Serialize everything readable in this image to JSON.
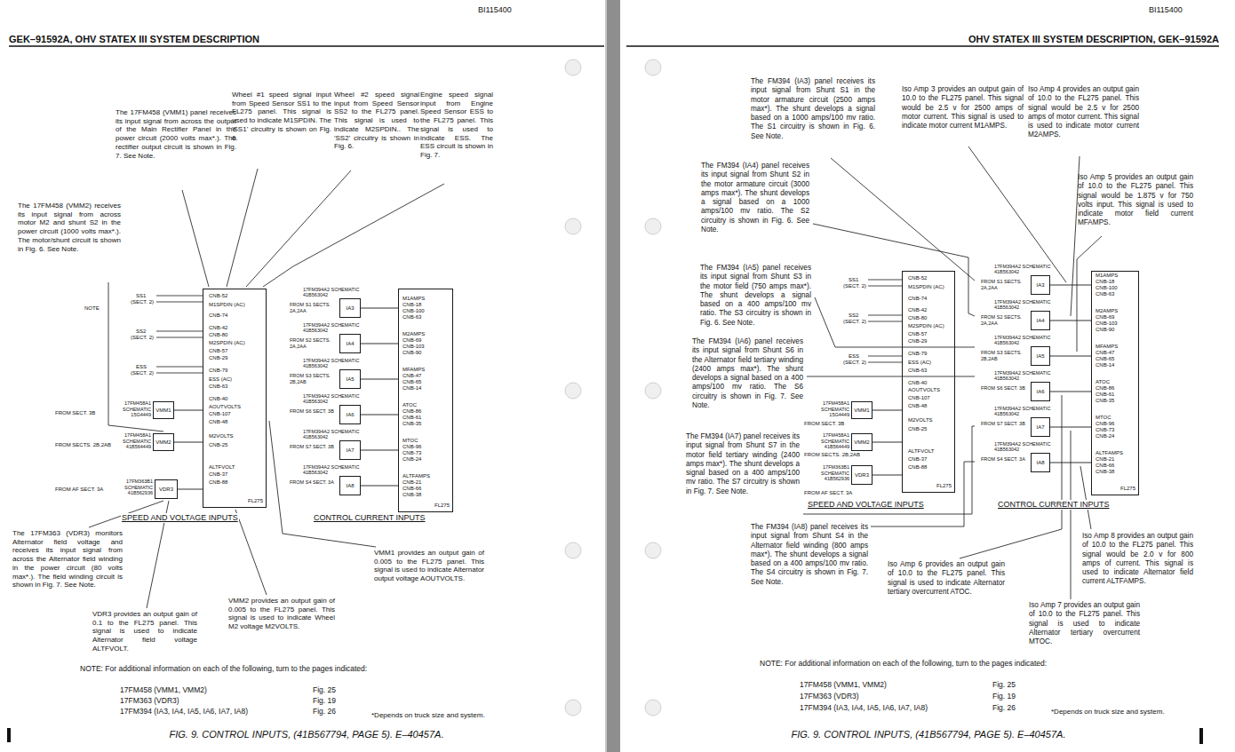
{
  "diagram": {
    "title": "GEK–91592A, OHV STATEX III SYSTEM DESCRIPTION",
    "caption": "FIG. 9. CONTROL INPUTS, (41B567794, PAGE 5). E–40457A.",
    "nodes": [
      {
        "text": [
          "FL275"
        ]
      },
      {
        "text": [
          "17FM458A1 SCHEMATIC 15G4449",
          "VMM1"
        ]
      },
      {
        "text": [
          "17FM458A1 SCHEMATIC 41B564449",
          "VMM2"
        ]
      },
      {
        "text": [
          "17FM363B1 SCHEMATIC 41B562936",
          "VDR3"
        ]
      },
      {
        "text": [
          "17FM394A2 SCHEMATIC 41B563042",
          "IA3"
        ]
      },
      {
        "text": [
          "17FM394A2 SCHEMATIC 41B563042",
          "IA4"
        ]
      },
      {
        "text": [
          "17FM394A2 SCHEMATIC 41B563042",
          "IA5"
        ]
      },
      {
        "text": [
          "17FM394A2 SCHEMATIC 41B563042",
          "IA6"
        ]
      },
      {
        "text": [
          "17FM394A2 SCHEMATIC 41B563042",
          "IA7"
        ]
      },
      {
        "text": [
          "17FM394A2 SCHEMATIC 41B563042",
          "IA8"
        ]
      },
      {
        "text": [
          "FL275"
        ]
      },
      {
        "text": [
          "FL275"
        ]
      },
      {
        "text": [
          "17FM458A1 SCHEMATIC 15G4449",
          "VMM1"
        ]
      },
      {
        "text": [
          "17FM458A1 SCHEMATIC 41B564449",
          "VMM2"
        ]
      },
      {
        "text": [
          "17FM363B1 SCHEMATIC 41B562936",
          "VDR3"
        ]
      },
      {
        "text": [
          "17FM394A2 SCHEMATIC 41B563042",
          "IA3"
        ]
      },
      {
        "text": [
          "17FM394A2 SCHEMATIC 41B563042",
          "IA4"
        ]
      },
      {
        "text": [
          "17FM394A2 SCHEMATIC 41B563042",
          "IA5"
        ]
      },
      {
        "text": [
          "17FM394A2 SCHEMATIC 41B563042",
          "IA6"
        ]
      },
      {
        "text": [
          "17FM394A2 SCHEMATIC 41B563042",
          "IA7"
        ]
      },
      {
        "text": [
          "17FM394A2 SCHEMATIC 41B563042",
          "IA8"
        ]
      },
      {
        "text": [
          "FL275"
        ]
      }
    ],
    "edges": [
      {
        "from": 1,
        "to": 0,
        "arrow": "none"
      },
      {
        "from": 2,
        "to": 0,
        "arrow": "none"
      },
      {
        "from": 3,
        "to": 0,
        "arrow": "none"
      },
      {
        "from": 4,
        "to": 10,
        "arrow": "none"
      },
      {
        "from": 5,
        "to": 10,
        "arrow": "none"
      },
      {
        "from": 6,
        "to": 10,
        "arrow": "none"
      },
      {
        "from": 7,
        "to": 10,
        "arrow": "none"
      },
      {
        "from": 8,
        "to": 10,
        "arrow": "none"
      },
      {
        "from": 9,
        "to": 10,
        "arrow": "none"
      },
      {
        "from": 12,
        "to": 11,
        "arrow": "none"
      },
      {
        "from": 13,
        "to": 11,
        "arrow": "none"
      },
      {
        "from": 14,
        "to": 11,
        "arrow": "none"
      },
      {
        "from": 15,
        "to": 21,
        "arrow": "none"
      },
      {
        "from": 16,
        "to": 21,
        "arrow": "none"
      },
      {
        "from": 17,
        "to": 21,
        "arrow": "none"
      },
      {
        "from": 18,
        "to": 21,
        "arrow": "none"
      },
      {
        "from": 19,
        "to": 21,
        "arrow": "none"
      },
      {
        "from": 20,
        "to": 21,
        "arrow": "none"
      }
    ],
    "labels": [
      "BI115400",
      "The 17FM458 (VMM1) panel receives its input signal from across the output of the Main Rectifier Panel in the power circuit (2000 volts max*.). The rectifier output circuit is shown in Fig. 7. See Note.",
      "Wheel #1 speed signal input from Speed Sensor SS1 to the FL275 panel. This signal is used to indicate M1SPDIN. The 'SS1' circuitry is shown on Fig. 6.",
      "Wheel #2 speed signal input from Speed Sensor SS2 to the FL275 panel. This signal is used to indicate M2SPDIN.. The 'SS2' circuitry is shown in Fig. 6.",
      "Engine speed signal input from Engine Speed Sensor ESS to the FL275 panel. This signal is used to indicate ESS. The ESS circuit is shown in Fig. 7.",
      "The 17FM458 (VMM2) receives its input signal from across motor M2 and shunt S2 in the power circuit (1000 volts max*.). The motor/shunt circuit is shown in Fig. 6. See Note.",
      "The 17FM363 (VDR3) monitors Alternator field voltage and receives its input signal from across the Alternator field winding in the power circuit (80 volts max*.). The field winding circuit is shown in Fig. 7. See Note.",
      "VDR3 provides an output gain of 0.1 to the FL275 panel. This signal is used to indicate Alternator field voltage ALTFVOLT.",
      "VMM2 provides an output gain of 0.005 to the FL275 panel. This signal is used to indicate Wheel M2 voltage M2VOLTS.",
      "VMM1 provides an output gain of 0.005 to the FL275 panel. This signal is used to indicate Alternator output voltage AOUTVOLTS.",
      "SPEED AND VOLTAGE INPUTS",
      "CONTROL CURRENT INPUTS",
      "NOTE: For additional information on each of the following, turn to the pages indicated:",
      "17FM458 (VMM1, VMM2)",
      "Fig. 25",
      "17FM363 (VDR3)",
      "Fig. 19",
      "17FM394 (IA3, IA4, IA5, IA6, IA7, IA8)",
      "Fig. 26",
      "*Depends on truck size and system.",
      "SS1",
      "(SECT. 2)",
      "SS2",
      "(SECT. 2)",
      "ESS",
      "(SECT. 2)",
      "NOTE",
      "FROM SECT. 3B",
      "FROM SECTS. 2B,2AB",
      "FROM AF SECT. 3A",
      "CNB-52",
      "M1SPDIN (AC)",
      "CNB-74",
      "CNB-42",
      "CNB-80",
      "M2SPDIN (AC)",
      "CNB-57",
      "CNB-29",
      "CNB-79",
      "ESS (AC)",
      "CNB-63",
      "CNB-40",
      "AOUTVOLTS",
      "CNB-107",
      "CNB-48",
      "M2VOLTS",
      "CNB-25",
      "ALTFVOLT",
      "CNB-37",
      "CNB-88",
      "FROM S1 SECTS. 2A,2AA",
      "FROM S2 SECTS. 2A,2AA",
      "FROM S3 SECTS. 2B,2AB",
      "FROM S6 SECT. 3B",
      "FROM S7 SECT. 3B",
      "FROM S4 SECT. 3A",
      "M1AMPS",
      "CNB-18",
      "CNB-100",
      "CNB-63",
      "M2AMPS",
      "CNB-69",
      "CNB-103",
      "CNB-90",
      "MFAMPS",
      "CNB-47",
      "CNB-65",
      "CNB-14",
      "ATOC",
      "CNB-86",
      "CNB-61",
      "CNB-35",
      "MTOC",
      "CNB-96",
      "CNB-73",
      "CNB-24",
      "ALTFAMPS",
      "CNB-21",
      "CNB-66",
      "CNB-38",
      "BI115400",
      "OHV STATEX III SYSTEM DESCRIPTION, GEK–91592A",
      "The FM394 (IA3) panel receives its input signal from Shunt S1 in the motor armature circuit (2500 amps max*). The shunt develops a signal based on a 1000 amps/100 mv ratio. The S1 circuitry is shown in Fig. 6. See Note.",
      "Iso Amp 3 provides an output gain of 10.0 to the FL275 panel. This signal would be 2.5 v for 2500 amps of motor current. This signal is used to indicate motor current M1AMPS.",
      "Iso Amp 4 provides an output gain of 10.0 to the FL275 panel. This signal would be 2.5 v for 2500 amps of motor current. This signal is used to indicate motor current M2AMPS.",
      "The FM394 (IA4) panel receives its input signal from Shunt S2 in the motor armature circuit (3000 amps max*). The shunt develops a signal based on a 1000 amps/100 mv ratio. The S2 circuitry is shown in Fig. 6. See Note.",
      "Iso Amp 5 provides an output gain of 10.0 to the FL275 panel. This signal would be 1.875 v for 750 volts input. This signal is used to indicate motor field current MFAMPS.",
      "The FM394 (IA5) panel receives its input signal from Shunt S3 in the motor field (750 amps max*). The shunt develops a signal based on a 400 amps/100 mv ratio. The S3 circuitry is shown in Fig. 6. See Note.",
      "The FM394 (IA6) panel receives its input signal from Shunt S6 in the Alternator field tertiary winding (2400 amps max*). The shunt develops a signal based on a 400 amps/100 mv ratio. The S6 circuitry is shown in Fig. 7. See Note.",
      "The FM394 (IA7) panel receives its input signal from Shunt S7 in the motor field tertiary winding (2400 amps max*). The shunt develops a signal based on a 400 amps/100 mv ratio. The S7 circuitry is shown in Fig. 7. See Note.",
      "The FM394 (IA8) panel receives its input signal from Shunt S4 in the Alternator field winding (800 amps max*). The shunt develops a signal based on a 400 amps/100 mv ratio. The S4 circuitry is shown in Fig. 7. See Note.",
      "Iso Amp 6 provides an output gain of 10.0 to the FL275 panel. This signal is used to indicate Alternator tertiary overcurrent ATOC.",
      "Iso Amp 8 provides an output gain of 10.0 to the FL275 panel. This signal would be 2.0 v for 800 amps of current. This signal is used to indicate Alternator field current ALTFAMPS.",
      "Iso Amp 7 provides an output gain of 10.0 to the FL275 panel. This signal is used to indicate Alternator tertiary overcurrent MTOC.",
      "SPEED AND VOLTAGE INPUTS",
      "CONTROL CURRENT INPUTS",
      "NOTE: For additional information on each of the following, turn to the pages indicated:",
      "17FM458 (VMM1, VMM2)",
      "Fig. 25",
      "17FM363 (VDR3)",
      "Fig. 19",
      "17FM394 (IA3, IA4, IA5, IA6, IA7, IA8)",
      "Fig. 26",
      "*Depends on truck size and system.",
      "FIG. 9. CONTROL INPUTS, (41B567794, PAGE 5). E–40457A.",
      "SS1",
      "(SECT. 2)",
      "SS2",
      "(SECT. 2)",
      "ESS",
      "(SECT. 2)",
      "FROM SECT. 3B",
      "FROM SECTS. 2B,2AB",
      "FROM AF SECT. 3A",
      "CNB-52",
      "M1SPDIN (AC)",
      "CNB-74",
      "CNB-42",
      "CNB-80",
      "M2SPDIN (AC)",
      "CNB-57",
      "CNB-29",
      "CNB-79",
      "ESS (AC)",
      "CNB-63",
      "CNB-40",
      "AOUTVOLTS",
      "CNB-107",
      "CNB-48",
      "M2VOLTS",
      "CNB-25",
      "ALTFVOLT",
      "CNB-37",
      "CNB-88",
      "FROM S1 SECTS. 2A,2AA",
      "FROM S2 SECTS. 2A,2AA",
      "FROM S3 SECTS. 2B,2AB",
      "FROM S6 SECT. 3B",
      "FROM S7 SECT. 3B",
      "FROM S4 SECT. 3A",
      "M1AMPS",
      "CNB-18",
      "CNB-100",
      "CNB-63",
      "M2AMPS",
      "CNB-69",
      "CNB-103",
      "CNB-90",
      "MFAMPS",
      "CNB-47",
      "CNB-65",
      "CNB-14",
      "ATOC",
      "CNB-86",
      "CNB-61",
      "CNB-35",
      "MTOC",
      "CNB-96",
      "CNB-73",
      "CNB-24",
      "ALTFAMPS",
      "CNB-21",
      "CNB-66",
      "CNB-38"
    ]
  }
}
